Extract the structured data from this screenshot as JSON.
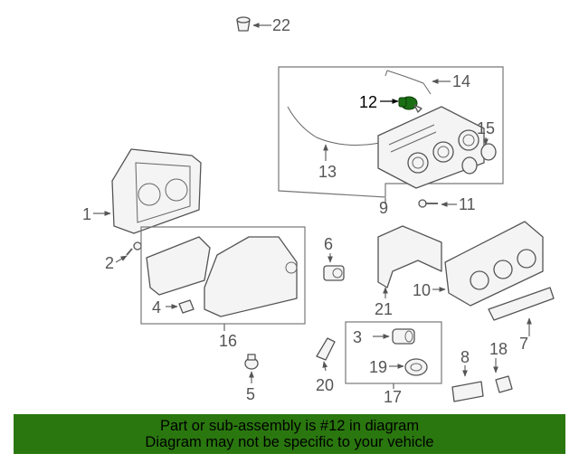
{
  "diagram": {
    "callouts": [
      "22",
      "14",
      "12",
      "15",
      "13",
      "9",
      "11",
      "1",
      "6",
      "2",
      "21",
      "10",
      "4",
      "3",
      "18",
      "16",
      "7",
      "8",
      "19",
      "20",
      "17",
      "5"
    ],
    "highlighted_part": "12"
  },
  "banner": {
    "background": "#2a770f",
    "line1": "Part or sub-assembly is #12 in diagram",
    "line2": "Diagram may not be specific to your vehicle"
  }
}
